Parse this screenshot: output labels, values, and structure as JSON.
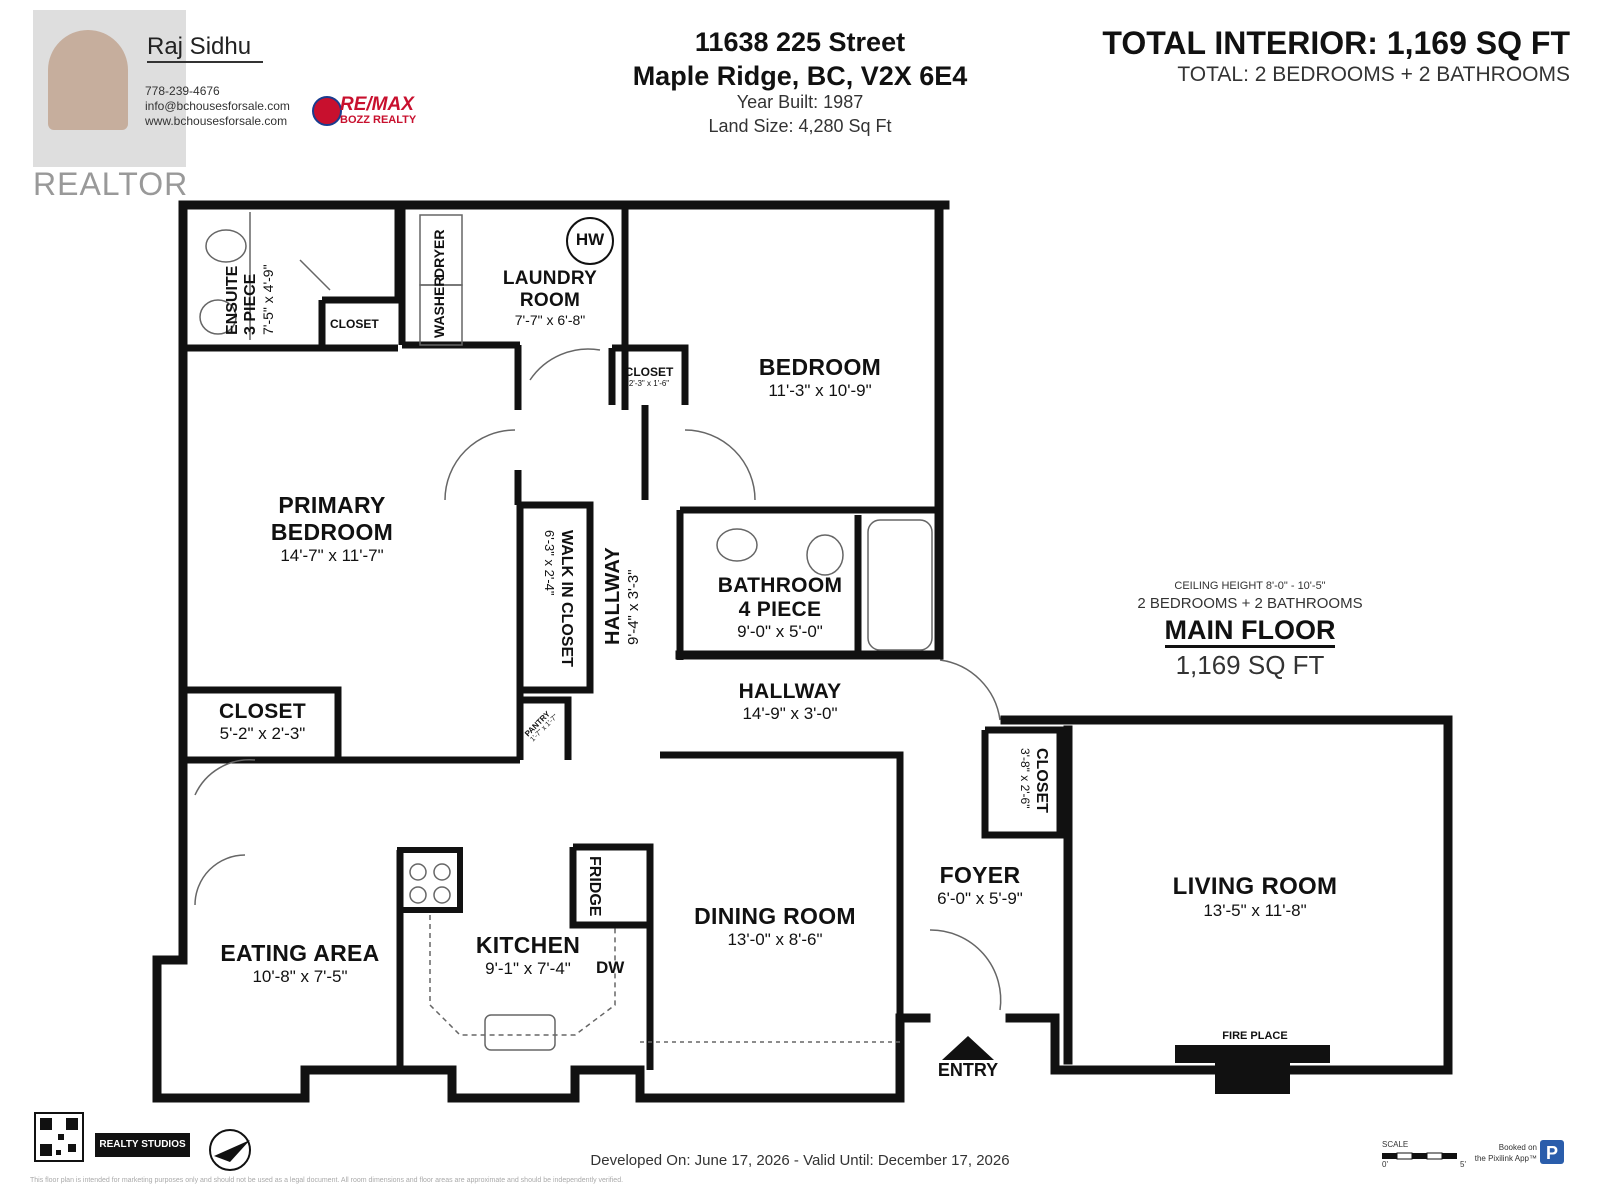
{
  "agent": {
    "name": "Raj Sidhu",
    "phone": "778-239-4676",
    "email": "info@bchousesforsale.com",
    "website": "www.bchousesforsale.com",
    "realtor_mark": "REALTOR",
    "brokerage_logo": "RE/MAX",
    "brokerage_sub": "BOZZ REALTY"
  },
  "property": {
    "address_line1": "11638 225 Street",
    "address_line2": "Maple Ridge, BC, V2X 6E4",
    "year_built": "Year Built: 1987",
    "land_size": "Land Size: 4,280 Sq Ft"
  },
  "summary": {
    "total_interior": "TOTAL INTERIOR: 1,169 SQ FT",
    "total_rooms": "TOTAL: 2 BEDROOMS  + 2 BATHROOMS"
  },
  "floor": {
    "ceiling": "CEILING HEIGHT 8'-0\" - 10'-5\"",
    "rooms_summary": "2 BEDROOMS + 2 BATHROOMS",
    "name": "MAIN FLOOR",
    "area": "1,169 SQ FT"
  },
  "rooms": {
    "ensuite": {
      "name1": "ENSUITE",
      "name2": "3 PIECE",
      "dim": "7'-5\" x 4'-9\""
    },
    "ensuite_closet": {
      "name": "CLOSET"
    },
    "laundry": {
      "name1": "LAUNDRY",
      "name2": "ROOM",
      "dim": "7'-7\" x 6'-8\""
    },
    "washer": "WASHER",
    "dryer": "DRYER",
    "hw": "HW",
    "bedroom_closet": {
      "name": "CLOSET",
      "dim": "2'-3\" x 1'-6\""
    },
    "bedroom": {
      "name": "BEDROOM",
      "dim": "11'-3\" x 10'-9\""
    },
    "primary": {
      "name1": "PRIMARY",
      "name2": "BEDROOM",
      "dim": "14'-7\" x 11'-7\""
    },
    "walk_in": {
      "name": "WALK IN CLOSET",
      "dim": "6'-3\" x 2'-4\""
    },
    "hallway_v": {
      "name": "HALLWAY",
      "dim": "9'-4\" x 3'-3\""
    },
    "bathroom": {
      "name1": "BATHROOM",
      "name2": "4 PIECE",
      "dim": "9'-0\" x 5'-0\""
    },
    "hallway_h": {
      "name": "HALLWAY",
      "dim": "14'-9\" x 3'-0\""
    },
    "primary_closet": {
      "name": "CLOSET",
      "dim": "5'-2\" x 2'-3\""
    },
    "pantry": {
      "name": "PANTRY",
      "dim": "1'-7\" x 1'-7\""
    },
    "foyer_closet": {
      "name": "CLOSET",
      "dim": "3'-8\" x 2'-6\""
    },
    "foyer": {
      "name": "FOYER",
      "dim": "6'-0\" x 5'-9\""
    },
    "living": {
      "name": "LIVING ROOM",
      "dim": "13'-5\" x 11'-8\""
    },
    "dining": {
      "name": "DINING ROOM",
      "dim": "13'-0\" x 8'-6\""
    },
    "kitchen": {
      "name": "KITCHEN",
      "dim": "9'-1\" x 7'-4\""
    },
    "fridge": "FRIDGE",
    "dw": "DW",
    "eating": {
      "name": "EATING AREA",
      "dim": "10'-8\" x 7'-5\""
    },
    "fireplace": "FIRE PLACE",
    "entry": "ENTRY"
  },
  "footer": {
    "developed": "Developed On: June 17, 2026 - Valid Until: December 17, 2026",
    "studio": "REALTY STUDIOS",
    "scale_label": "SCALE",
    "scale_start": "0'",
    "scale_end": "5'",
    "booked": "Booked on",
    "booked_app": "the Pixilink App™",
    "disclaimer": "This floor plan is intended for marketing purposes only and should not be used as a legal document. All room dimensions and floor areas are approximate and should be independently verified."
  },
  "colors": {
    "wall": "#111111",
    "fixture": "#777777",
    "text": "#111111"
  },
  "icons": [
    "realtor-logo",
    "remax-balloon-icon",
    "qr-code-icon",
    "compass-icon",
    "scale-bar-icon",
    "parking-p-icon",
    "entry-arrow-icon"
  ]
}
